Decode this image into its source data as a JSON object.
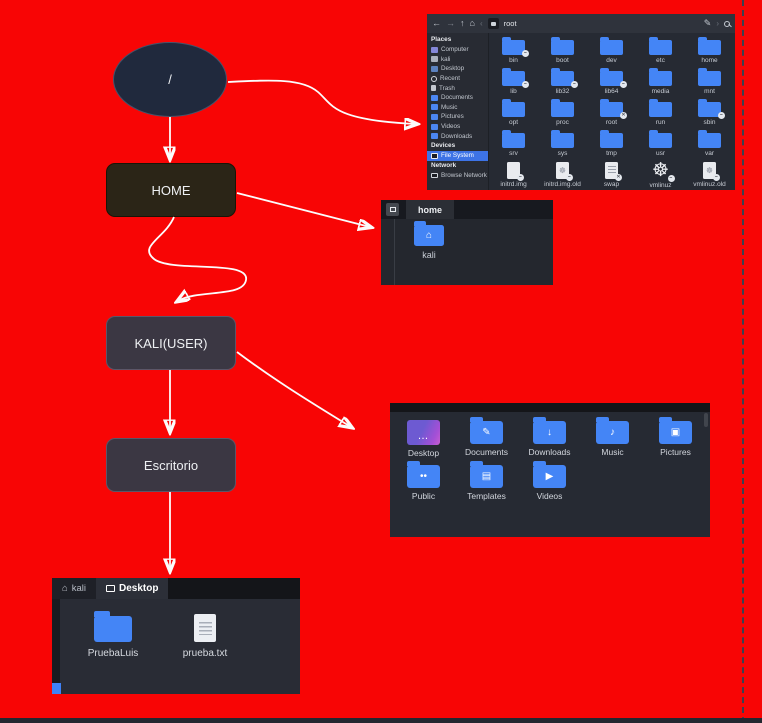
{
  "diagram": {
    "nodes": {
      "root": "/",
      "home": "HOME",
      "kali": "KALI(USER)",
      "escritorio": "Escritorio"
    }
  },
  "root_window": {
    "toolbar": {
      "back": "←",
      "forward": "→",
      "up": "↑",
      "home": "⌂",
      "prev": "‹",
      "next": "›",
      "edit": "✎",
      "path": "root"
    },
    "sidebar": {
      "places_header": "Places",
      "places": [
        {
          "label": "Computer",
          "icon": "computer"
        },
        {
          "label": "kali",
          "icon": "kalifolder"
        },
        {
          "label": "Desktop",
          "icon": "desktop"
        },
        {
          "label": "Recent",
          "icon": "clock"
        },
        {
          "label": "Trash",
          "icon": "trash"
        },
        {
          "label": "Documents",
          "icon": "folder"
        },
        {
          "label": "Music",
          "icon": "folder"
        },
        {
          "label": "Pictures",
          "icon": "folder"
        },
        {
          "label": "Videos",
          "icon": "folder"
        },
        {
          "label": "Downloads",
          "icon": "folder"
        }
      ],
      "devices_header": "Devices",
      "devices": [
        {
          "label": "File System",
          "icon": "drive",
          "selected": "true"
        }
      ],
      "network_header": "Network",
      "network": [
        {
          "label": "Browse Network",
          "icon": "network"
        }
      ]
    },
    "items": [
      {
        "name": "bin",
        "type": "folder",
        "emblem": "link"
      },
      {
        "name": "boot",
        "type": "folder"
      },
      {
        "name": "dev",
        "type": "folder"
      },
      {
        "name": "etc",
        "type": "folder"
      },
      {
        "name": "home",
        "type": "folder"
      },
      {
        "name": "lib",
        "type": "folder",
        "emblem": "link"
      },
      {
        "name": "lib32",
        "type": "folder",
        "emblem": "link"
      },
      {
        "name": "lib64",
        "type": "folder",
        "emblem": "link"
      },
      {
        "name": "media",
        "type": "folder"
      },
      {
        "name": "mnt",
        "type": "folder"
      },
      {
        "name": "opt",
        "type": "folder"
      },
      {
        "name": "proc",
        "type": "folder"
      },
      {
        "name": "root",
        "type": "folder",
        "emblem": "x"
      },
      {
        "name": "run",
        "type": "folder"
      },
      {
        "name": "sbin",
        "type": "folder",
        "emblem": "link"
      },
      {
        "name": "srv",
        "type": "folder"
      },
      {
        "name": "sys",
        "type": "folder"
      },
      {
        "name": "tmp",
        "type": "folder"
      },
      {
        "name": "usr",
        "type": "folder"
      },
      {
        "name": "var",
        "type": "folder"
      },
      {
        "name": "initrd.img",
        "type": "file",
        "emblem": "link"
      },
      {
        "name": "initrd.img.old",
        "type": "file-gear",
        "glyph": "☸",
        "emblem": "link"
      },
      {
        "name": "swap",
        "type": "file-lines",
        "emblem": "x"
      },
      {
        "name": "vmlinuz",
        "type": "gear",
        "glyph": "☸",
        "emblem": "link"
      },
      {
        "name": "vmlinuz.old",
        "type": "file-gear",
        "glyph": "☸",
        "emblem": "link"
      }
    ]
  },
  "home_window": {
    "tab_label": "home",
    "item": {
      "name": "kali",
      "glyph": "⌂"
    }
  },
  "user_window": {
    "items": [
      {
        "label": "Desktop",
        "type": "desktop",
        "glyph": "…"
      },
      {
        "label": "Documents",
        "type": "folder",
        "glyph": "✎"
      },
      {
        "label": "Downloads",
        "type": "folder",
        "glyph": "↓"
      },
      {
        "label": "Music",
        "type": "folder",
        "glyph": "♪"
      },
      {
        "label": "Pictures",
        "type": "folder",
        "glyph": "▣"
      },
      {
        "label": "Public",
        "type": "folder",
        "glyph": "••"
      },
      {
        "label": "Templates",
        "type": "folder",
        "glyph": "▤"
      },
      {
        "label": "Videos",
        "type": "folder",
        "glyph": "▶"
      }
    ]
  },
  "desktop_window": {
    "tabs": [
      {
        "label": "kali"
      },
      {
        "label": "Desktop"
      }
    ],
    "items": [
      {
        "label": "PruebaLuis",
        "type": "folder"
      },
      {
        "label": "prueba.txt",
        "type": "file"
      }
    ]
  }
}
